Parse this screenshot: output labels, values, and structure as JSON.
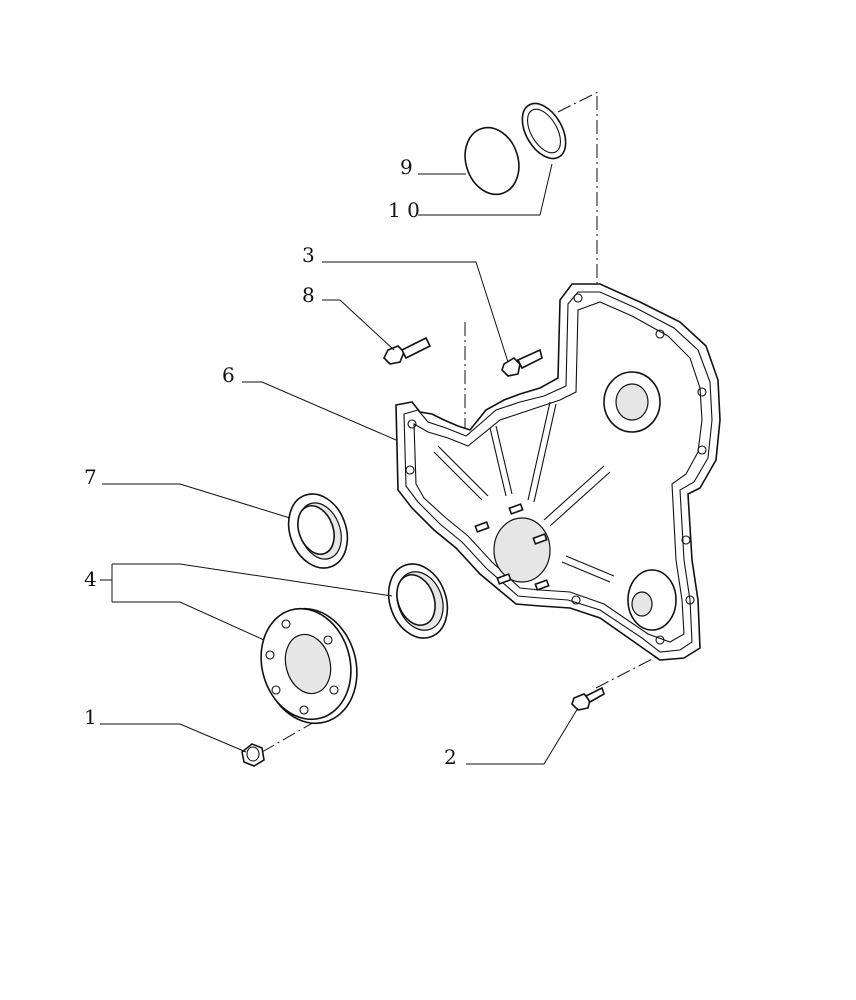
{
  "callouts": [
    {
      "id": "1",
      "text": "1"
    },
    {
      "id": "2",
      "text": "2"
    },
    {
      "id": "3",
      "text": "3"
    },
    {
      "id": "4",
      "text": "4"
    },
    {
      "id": "6",
      "text": "6"
    },
    {
      "id": "7",
      "text": "7"
    },
    {
      "id": "8",
      "text": "8"
    },
    {
      "id": "9",
      "text": "9"
    },
    {
      "id": "10",
      "text": "1 0"
    }
  ],
  "colors": {
    "ink": "#111111",
    "paper": "#ffffff"
  }
}
